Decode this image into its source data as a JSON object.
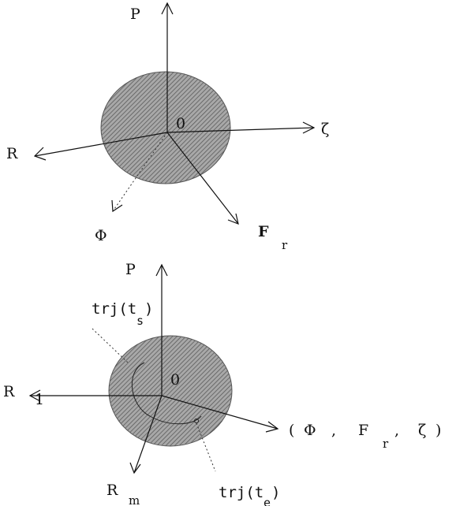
{
  "colors": {
    "ink": "#111111",
    "blob_fill": "#8c8c8c",
    "background": "#ffffff"
  },
  "top_diagram": {
    "origin": "0",
    "axes": {
      "p": "P",
      "zeta": "ζ",
      "r": "R",
      "phi": "Φ",
      "fr_main": "F",
      "fr_sub": "r"
    }
  },
  "bottom_diagram": {
    "origin": "0",
    "axes": {
      "p": "P",
      "r1_main": "R",
      "r1_sub": "1",
      "rm_main": "R",
      "rm_sub": "m",
      "combined": {
        "open": "(",
        "phi": "Φ",
        "comma1": ",",
        "f": "F",
        "f_sub": "r",
        "comma2": ",",
        "zeta": "ζ",
        "close": ")"
      }
    },
    "trajectories": {
      "start_main": "trj(t",
      "start_sub": "s",
      "start_close": ")",
      "end_main": "trj(t",
      "end_sub": "e",
      "end_close": ")"
    }
  }
}
